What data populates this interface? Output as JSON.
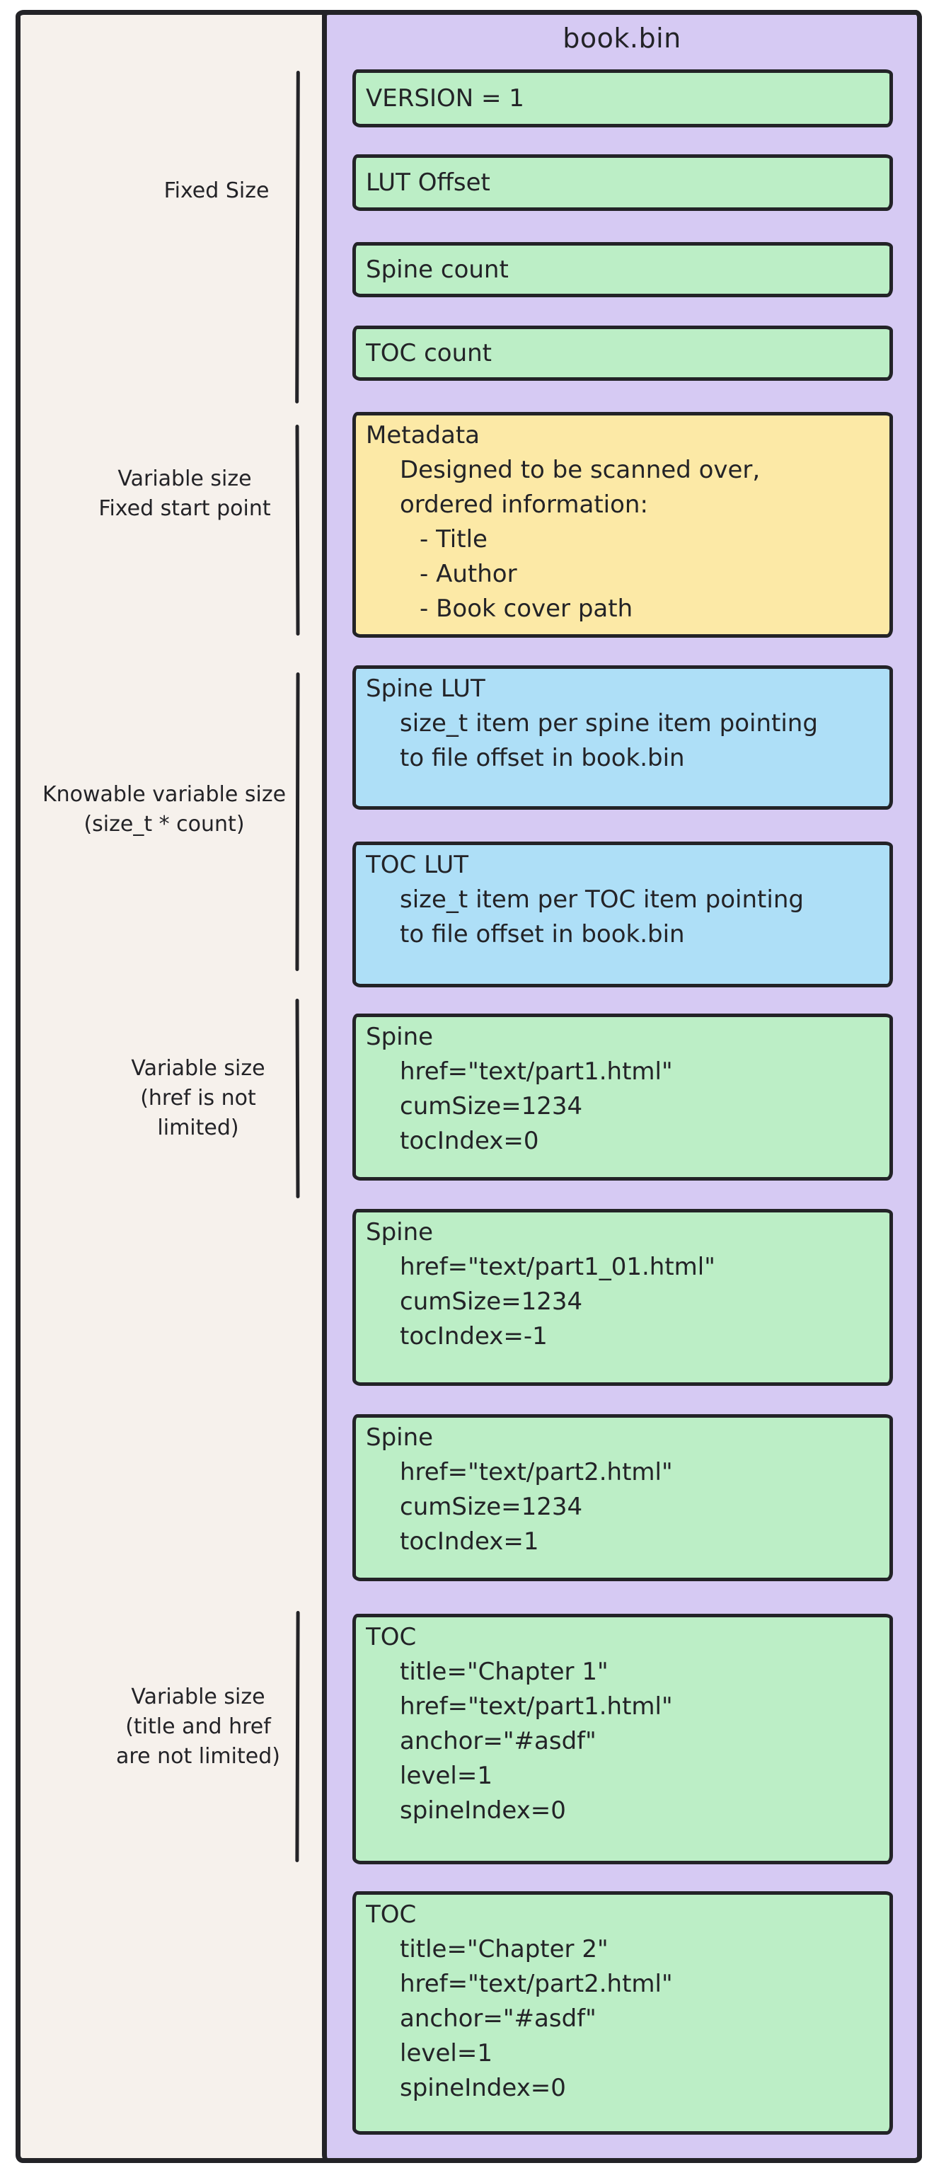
{
  "diagram": {
    "title": "book.bin",
    "colors": {
      "canvas": "#ffffff",
      "left-panel": "#f6f1ec",
      "file-panel": "#d6caf3",
      "box-green": "#bceec6",
      "box-yellow": "#fce9a6",
      "box-blue": "#aedff7",
      "stroke": "#232327"
    },
    "left_labels": [
      {
        "lines": [
          "Fixed Size"
        ]
      },
      {
        "lines": [
          "Variable size",
          "Fixed start point"
        ]
      },
      {
        "lines": [
          "Knowable variable size",
          "(size_t * count)"
        ]
      },
      {
        "lines": [
          "Variable size",
          "(href is not",
          "limited)"
        ]
      },
      {
        "lines": [
          "Variable size",
          "(title and href",
          "are not limited)"
        ]
      }
    ],
    "boxes": [
      {
        "label": "VERSION = 1",
        "color": "green"
      },
      {
        "label": "LUT Offset",
        "color": "green"
      },
      {
        "label": "Spine count",
        "color": "green"
      },
      {
        "label": "TOC count",
        "color": "green"
      },
      {
        "color": "yellow",
        "lines": [
          "Metadata",
          "Designed to be scanned over,",
          "ordered information:",
          "- Title",
          "- Author",
          "- Book cover path"
        ]
      },
      {
        "color": "blue",
        "lines": [
          "Spine LUT",
          "size_t item per spine item pointing",
          "to file offset in book.bin"
        ]
      },
      {
        "color": "blue",
        "lines": [
          "TOC LUT",
          "size_t item per TOC item pointing",
          "to file offset in book.bin"
        ]
      },
      {
        "color": "green",
        "lines": [
          "Spine",
          "href=\"text/part1.html\"",
          "cumSize=1234",
          "tocIndex=0"
        ]
      },
      {
        "color": "green",
        "lines": [
          "Spine",
          "href=\"text/part1_01.html\"",
          "cumSize=1234",
          "tocIndex=-1"
        ]
      },
      {
        "color": "green",
        "lines": [
          "Spine",
          "href=\"text/part2.html\"",
          "cumSize=1234",
          "tocIndex=1"
        ]
      },
      {
        "color": "green",
        "lines": [
          "TOC",
          "title=\"Chapter 1\"",
          "href=\"text/part1.html\"",
          "anchor=\"#asdf\"",
          "level=1",
          "spineIndex=0"
        ]
      },
      {
        "color": "green",
        "lines": [
          "TOC",
          "title=\"Chapter 2\"",
          "href=\"text/part2.html\"",
          "anchor=\"#asdf\"",
          "level=1",
          "spineIndex=0"
        ]
      }
    ]
  }
}
